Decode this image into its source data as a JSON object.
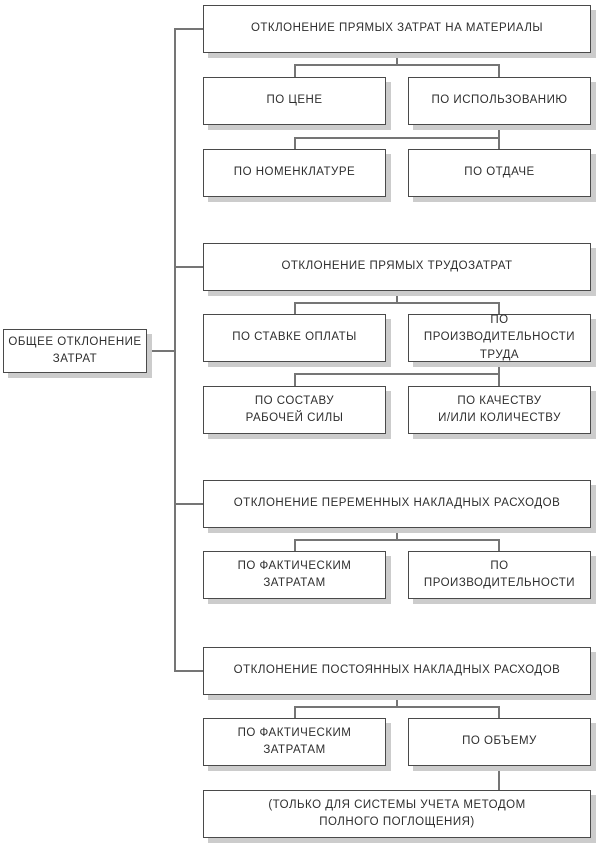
{
  "palette": {
    "background": "#ffffff",
    "box_border": "#4a4a4a",
    "box_shadow": "#cccccc",
    "connector_line": "#757575",
    "text": "#2e2e2e"
  },
  "diagram": {
    "root": {
      "label": "ОБЩЕЕ ОТКЛОНЕНИЕ\nЗАТРАТ"
    },
    "sections": [
      {
        "header": "ОТКЛОНЕНИЕ ПРЯМЫХ ЗАТРАТ НА МАТЕРИАЛЫ",
        "children": [
          "ПО ЦЕНЕ",
          "ПО ИСПОЛЬЗОВАНИЮ",
          "ПО НОМЕНКЛАТУРЕ",
          "ПО ОТДАЧЕ"
        ]
      },
      {
        "header": "ОТКЛОНЕНИЕ ПРЯМЫХ ТРУДОЗАТРАТ",
        "children": [
          "ПО СТАВКЕ ОПЛАТЫ",
          "ПО ПРОИЗВОДИТЕЛЬНОСТИ\nТРУДА",
          "ПО СОСТАВУ\nРАБОЧЕЙ СИЛЫ",
          "ПО КАЧЕСТВУ\nИ/ИЛИ КОЛИЧЕСТВУ"
        ]
      },
      {
        "header": "ОТКЛОНЕНИЕ ПЕРЕМЕННЫХ НАКЛАДНЫХ РАСХОДОВ",
        "children": [
          "ПО ФАКТИЧЕСКИМ\nЗАТРАТАМ",
          "ПО ПРОИЗВОДИТЕЛЬНОСТИ"
        ]
      },
      {
        "header": "ОТКЛОНЕНИЕ ПОСТОЯННЫХ НАКЛАДНЫХ РАСХОДОВ",
        "children": [
          "ПО ФАКТИЧЕСКИМ\nЗАТРАТАМ",
          "ПО ОБЪЕМУ"
        ],
        "note": "(ТОЛЬКО ДЛЯ СИСТЕМЫ УЧЕТА МЕТОДОМ\nПОЛНОГО ПОГЛОЩЕНИЯ)"
      }
    ]
  }
}
